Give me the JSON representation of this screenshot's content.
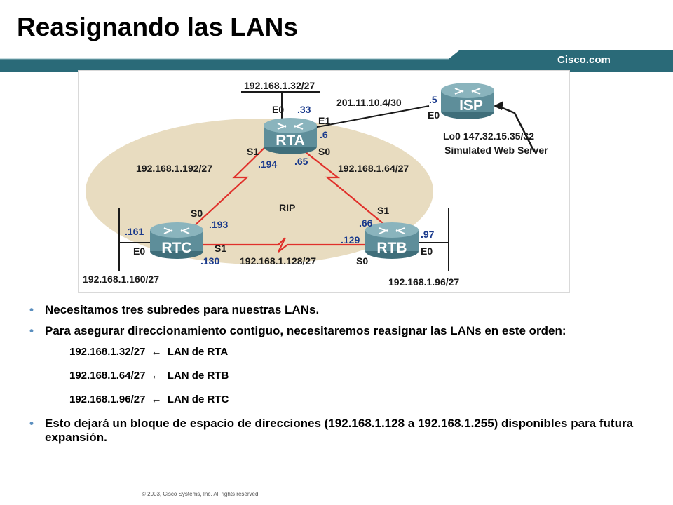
{
  "slide": {
    "title": "Reasignando las LANs",
    "brand": "Cisco.com",
    "copyright": "© 2003, Cisco Systems, Inc. All rights reserved."
  },
  "colors": {
    "banner": "#2a6a78",
    "link": "#e0302a",
    "cloud": "#e8dcc0",
    "router": "#5e8e9a",
    "ip_text": "#1a3a8c"
  },
  "diagram": {
    "protocol": "RIP",
    "rta": {
      "name": "RTA",
      "lan": "192.168.1.32/27",
      "e0_port": "E0",
      "e0_ip": ".33",
      "e1_port": "E1",
      "e1_ip": ".6",
      "s1_port": "S1",
      "s1_ip": ".194",
      "s0_port": "S0",
      "s0_ip": ".65"
    },
    "isp": {
      "name": "ISP",
      "link_net": "201.11.10.4/30",
      "ip": ".5",
      "port": "E0",
      "loopback": "Lo0 147.32.15.35/32",
      "caption": "Simulated Web Server"
    },
    "rtc": {
      "name": "RTC",
      "lan": "192.168.1.160/27",
      "e0_port": "E0",
      "e0_ip": ".161",
      "s0_port": "S0",
      "s0_ip": ".193",
      "s1_port": "S1",
      "s1_ip": ".130"
    },
    "rtb": {
      "name": "RTB",
      "lan": "192.168.1.96/27",
      "e0_port": "E0",
      "e0_ip": ".97",
      "s1_port": "S1",
      "s1_ip": ".66",
      "s0_port": "S0",
      "s0_ip": ".129"
    },
    "links": {
      "rta_rtc": "192.168.1.192/27",
      "rta_rtb": "192.168.1.64/27",
      "rtc_rtb": "192.168.1.128/27"
    }
  },
  "bullets": {
    "b1": "Necesitamos tres subredes para nuestras LANs.",
    "b2": "Para asegurar direccionamiento contiguo, necesitaremos reasignar las LANs en este orden:",
    "sub": [
      {
        "net": "192.168.1.32/27",
        "arrow": "←",
        "text": "LAN de RTA"
      },
      {
        "net": "192.168.1.64/27",
        "arrow": "←",
        "text": "LAN de RTB"
      },
      {
        "net": "192.168.1.96/27",
        "arrow": "←",
        "text": "LAN de RTC"
      }
    ],
    "b3": "Esto dejará un bloque de espacio de direcciones (192.168.1.128 a 192.168.1.255) disponibles para futura expansión.",
    "marker": "•"
  }
}
